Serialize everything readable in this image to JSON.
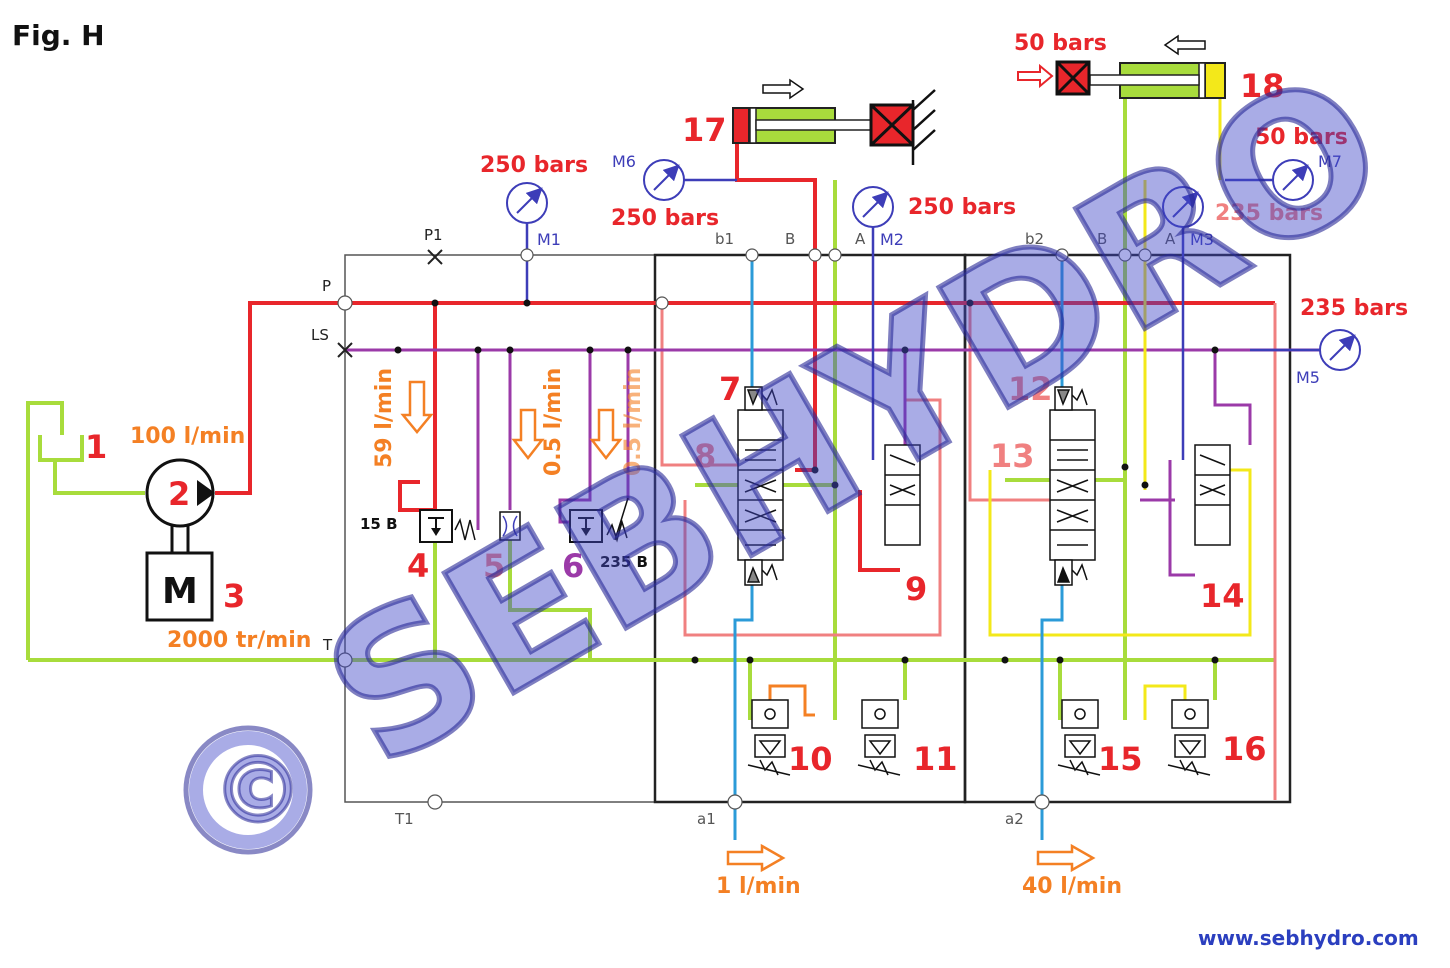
{
  "figure": {
    "title": "Fig. H",
    "website": "www.sebhydro.com",
    "watermark": "SEBHYDRO",
    "copyright_symbol": "©"
  },
  "components": {
    "c1": "1",
    "c2": "2",
    "c3": "3",
    "c4": "4",
    "c5": "5",
    "c6": "6",
    "c7": "7",
    "c8": "8",
    "c9": "9",
    "c10": "10",
    "c11": "11",
    "c12": "12",
    "c13": "13",
    "c14": "14",
    "c15": "15",
    "c16": "16",
    "c17": "17",
    "c18": "18",
    "motor": "M"
  },
  "ports": {
    "p1": "P1",
    "p": "P",
    "ls": "LS",
    "t": "T",
    "t1": "T1",
    "a1": "a1",
    "a2": "a2",
    "b1": "b1",
    "b2": "b2",
    "b_1": "B",
    "a_1": "A",
    "b_2": "B",
    "a_2": "A"
  },
  "gauges": {
    "m1": "M1",
    "m2": "M2",
    "m3": "M3",
    "m5": "M5",
    "m6": "M6",
    "m7": "M7"
  },
  "values": {
    "pump_flow": "100 l/min",
    "motor_speed": "2000 tr/min",
    "m1_pressure": "250 bars",
    "m6_pressure": "250 bars",
    "m2_pressure": "250 bars",
    "m3_pressure": "235 bars",
    "m7_pressure": "50 bars",
    "m5_pressure": "235 bars",
    "cyl18_load": "50 bars",
    "flow_4": "59 l/min",
    "flow_5": "0.5 l/min",
    "flow_6": "0.5 l/min",
    "spring_4": "15 B",
    "relief_6": "235 B",
    "flow_a1": "1 l/min",
    "flow_a2": "40 l/min"
  },
  "colors": {
    "red": "#e8262b",
    "green": "#a8dc3c",
    "purple": "#9b3aa8",
    "blue": "#3d3db8",
    "yellow": "#f3e81a",
    "orange": "#f48024",
    "pink": "#f08080",
    "cyan": "#2b9bd8"
  }
}
